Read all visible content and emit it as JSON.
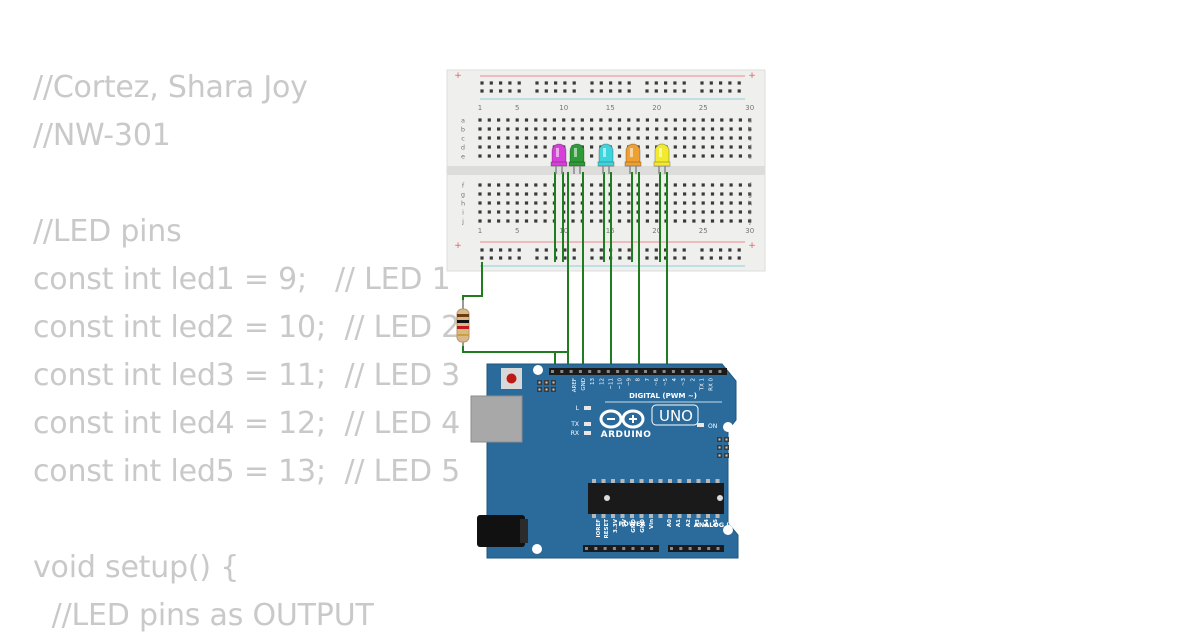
{
  "code": {
    "lines": [
      "//Cortez, Shara Joy",
      "//NW-301",
      "",
      "//LED pins",
      "const int led1 = 9;   // LED 1",
      "const int led2 = 10;  // LED 2",
      "const int led3 = 11;  // LED 3",
      "const int led4 = 12;  // LED 4",
      "const int led5 = 13;  // LED 5",
      "",
      "void setup() {",
      "  //LED pins as OUTPUT"
    ]
  },
  "breadboard": {
    "column_numbers": [
      "1",
      "5",
      "10",
      "15",
      "20",
      "25",
      "30"
    ],
    "row_letters_top": [
      "a",
      "b",
      "c",
      "d",
      "e"
    ],
    "row_letters_bottom": [
      "f",
      "g",
      "h",
      "i",
      "j"
    ],
    "rail_symbols": [
      "+",
      "-"
    ]
  },
  "leds": [
    {
      "color": "#d63fd8"
    },
    {
      "color": "#2e9a38"
    },
    {
      "color": "#3fd4dc"
    },
    {
      "color": "#f0a030"
    },
    {
      "color": "#f2ea2e"
    }
  ],
  "wire_color": "#1f7d1f",
  "arduino": {
    "brand": "ARDUINO",
    "model": "UNO",
    "digital_label": "DIGITAL (PWM ~)",
    "power_label": "POWER",
    "analog_label": "ANALOG IN",
    "on_label": "ON",
    "l_label": "L",
    "tx_label": "TX",
    "rx_label": "RX",
    "board_color": "#2a6b9c",
    "header_pins_top": [
      "AREF",
      "GND",
      "13",
      "12",
      "~11",
      "~10",
      "~9",
      "8",
      "7",
      "~6",
      "~5",
      "4",
      "~3",
      "2",
      "TX 1",
      "RX 0"
    ],
    "header_pins_bottom": [
      "IOREF",
      "RESET",
      "3.3V",
      "5V",
      "GND",
      "GND",
      "Vin",
      "A0",
      "A1",
      "A2",
      "A3",
      "A4",
      "A5"
    ]
  }
}
